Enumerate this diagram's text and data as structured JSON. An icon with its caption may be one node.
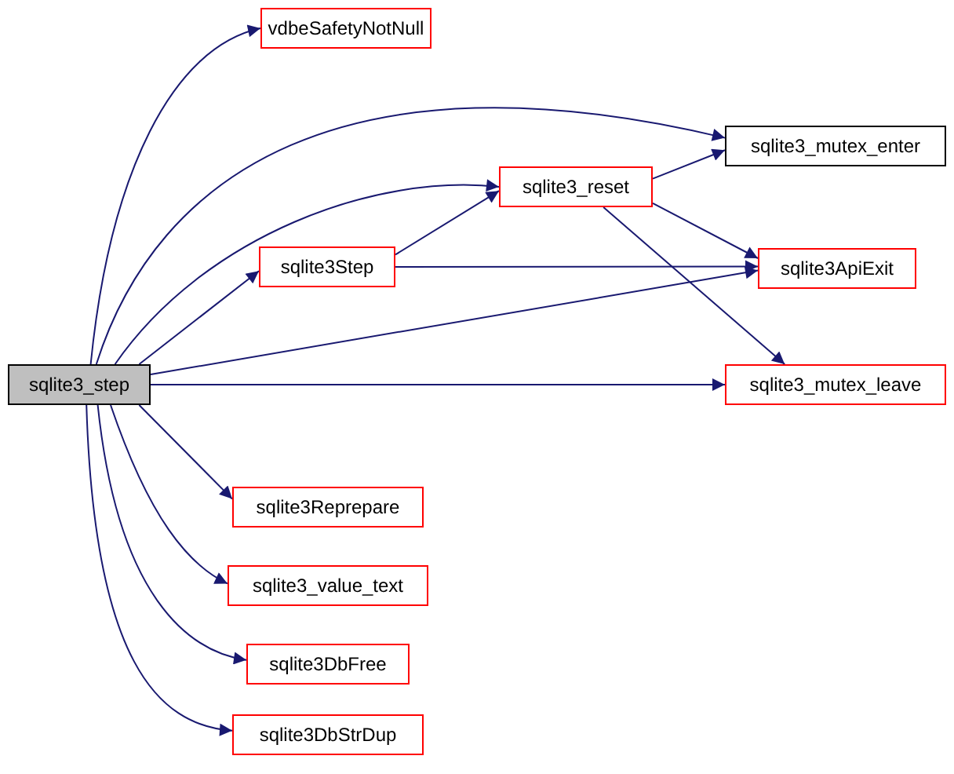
{
  "diagram": {
    "nodes": [
      {
        "text": [
          "sqlite3_step"
        ]
      },
      {
        "text": [
          "vdbeSafetyNotNull"
        ]
      },
      {
        "text": [
          "sqlite3_mutex_enter"
        ]
      },
      {
        "text": [
          "sqlite3_reset"
        ]
      },
      {
        "text": [
          "sqlite3Step"
        ]
      },
      {
        "text": [
          "sqlite3ApiExit"
        ]
      },
      {
        "text": [
          "sqlite3_mutex_leave"
        ]
      },
      {
        "text": [
          "sqlite3Reprepare"
        ]
      },
      {
        "text": [
          "sqlite3_value_text"
        ]
      },
      {
        "text": [
          "sqlite3DbFree"
        ]
      },
      {
        "text": [
          "sqlite3DbStrDup"
        ]
      }
    ],
    "edges": [
      {
        "from": 0,
        "to": 1,
        "arrow": "to"
      },
      {
        "from": 0,
        "to": 2,
        "arrow": "to"
      },
      {
        "from": 0,
        "to": 3,
        "arrow": "to"
      },
      {
        "from": 0,
        "to": 4,
        "arrow": "to"
      },
      {
        "from": 0,
        "to": 5,
        "arrow": "to"
      },
      {
        "from": 0,
        "to": 6,
        "arrow": "to"
      },
      {
        "from": 0,
        "to": 7,
        "arrow": "to"
      },
      {
        "from": 0,
        "to": 8,
        "arrow": "to"
      },
      {
        "from": 0,
        "to": 9,
        "arrow": "to"
      },
      {
        "from": 0,
        "to": 10,
        "arrow": "to"
      },
      {
        "from": 4,
        "to": 3,
        "arrow": "to"
      },
      {
        "from": 4,
        "to": 5,
        "arrow": "to"
      },
      {
        "from": 3,
        "to": 2,
        "arrow": "to"
      },
      {
        "from": 3,
        "to": 5,
        "arrow": "to"
      },
      {
        "from": 3,
        "to": 6,
        "arrow": "to"
      }
    ]
  }
}
